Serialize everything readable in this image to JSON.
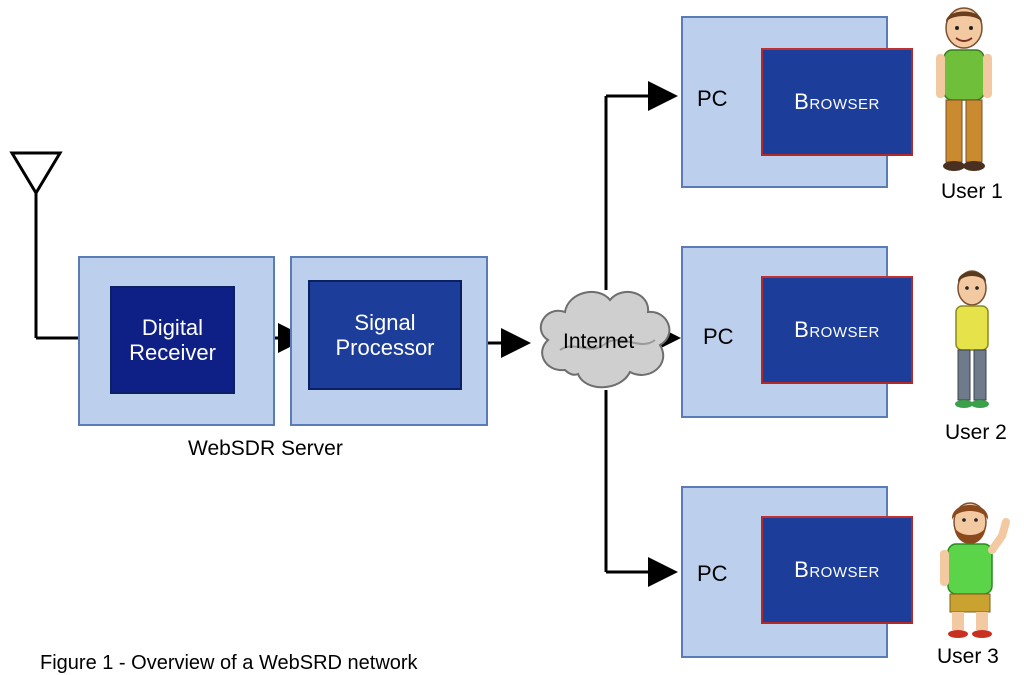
{
  "server": {
    "receiver": {
      "line1": "Digital",
      "line2": "Receiver"
    },
    "processor": {
      "line1": "Signal",
      "line2": "Processor"
    },
    "label": "WebSDR Server"
  },
  "network": {
    "label": "Internet"
  },
  "clients": [
    {
      "pc": "PC",
      "browser": "Browser",
      "user": "User 1"
    },
    {
      "pc": "PC",
      "browser": "Browser",
      "user": "User 2"
    },
    {
      "pc": "PC",
      "browser": "Browser",
      "user": "User 3"
    }
  ],
  "caption": "Figure 1 - Overview of a WebSRD network",
  "colors": {
    "box_light": "#bcd0ee",
    "box_dark": "#1c3d9a",
    "browser_border": "#b02a2a"
  }
}
